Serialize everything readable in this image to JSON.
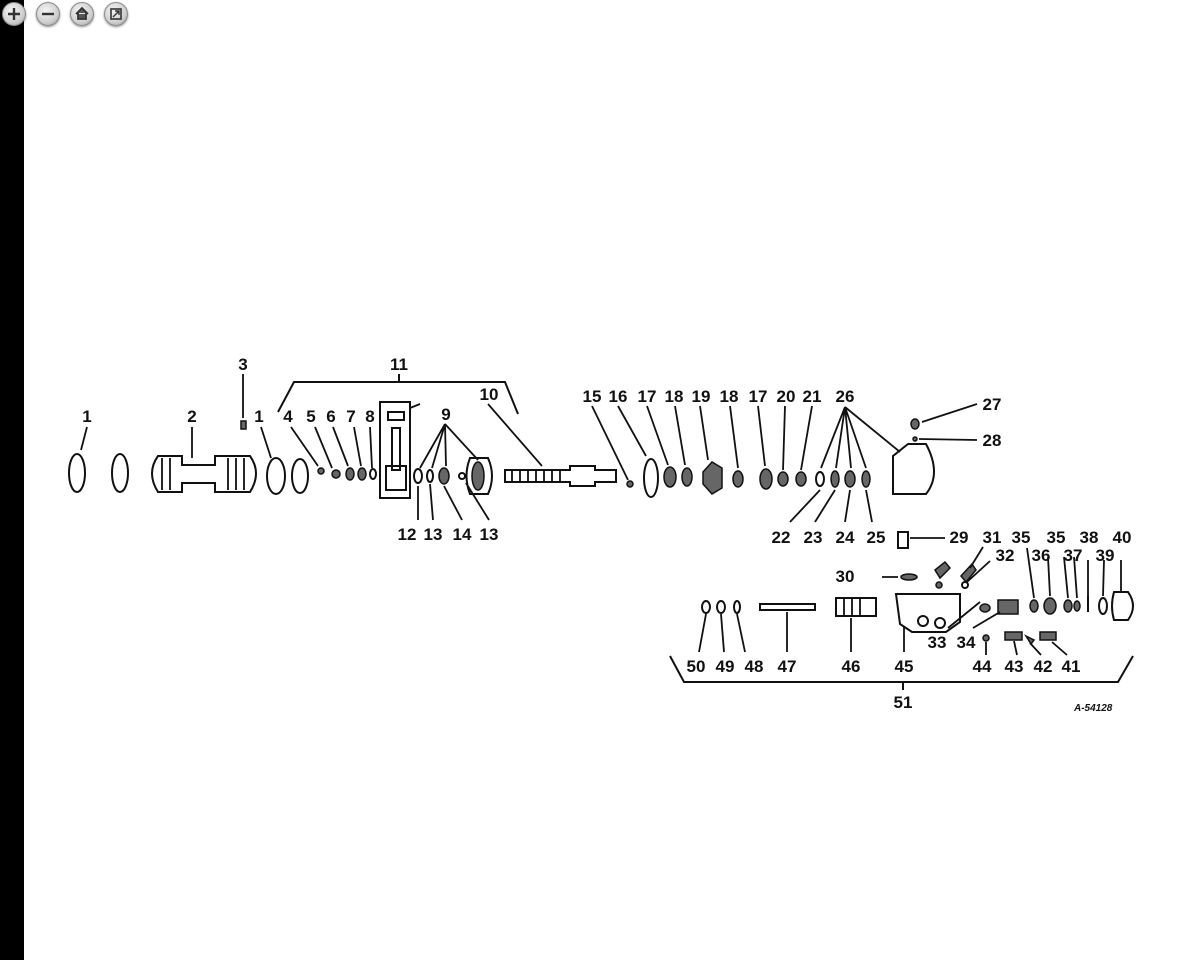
{
  "toolbar": {
    "zoom_in_icon": "plus-icon",
    "zoom_out_icon": "minus-icon",
    "home_icon": "home-icon",
    "fit_icon": "fit-screen-icon"
  },
  "diagram": {
    "figure_code": "A-54128",
    "callouts": [
      "1",
      "2",
      "3",
      "1",
      "4",
      "5",
      "6",
      "7",
      "8",
      "9",
      "10",
      "11",
      "12",
      "13",
      "14",
      "13",
      "15",
      "16",
      "17",
      "18",
      "19",
      "18",
      "17",
      "20",
      "21",
      "26",
      "27",
      "28",
      "22",
      "23",
      "24",
      "25",
      "29",
      "31",
      "32",
      "35",
      "36",
      "35",
      "37",
      "38",
      "39",
      "40",
      "30",
      "33",
      "34",
      "50",
      "49",
      "48",
      "47",
      "46",
      "45",
      "44",
      "43",
      "42",
      "41",
      "51"
    ]
  }
}
